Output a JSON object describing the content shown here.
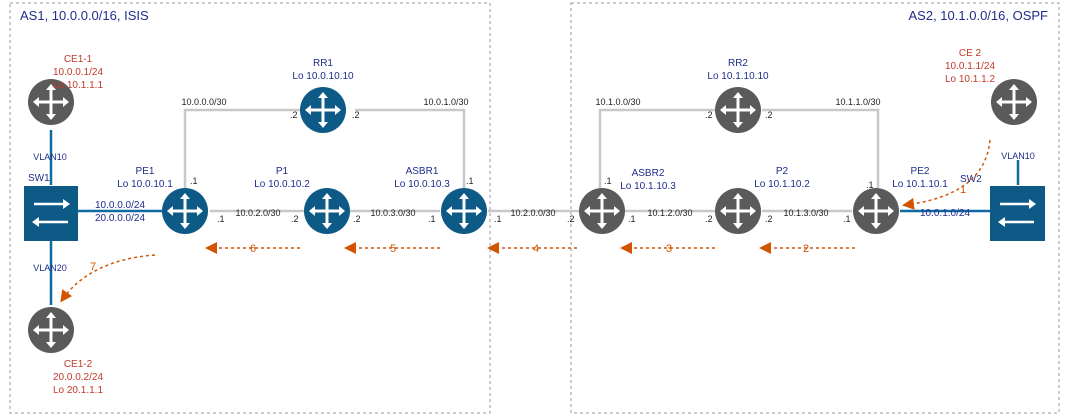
{
  "domains": {
    "as1": "AS1, 10.0.0.0/16, ISIS",
    "as2": "AS2, 10.1.0.0/16, OSPF"
  },
  "nodes": {
    "ce11": {
      "name": "CE1-1",
      "l1": "10.0.0.1/24",
      "l2": "Lo 10.1.1.1"
    },
    "ce12": {
      "name": "CE1-2",
      "l1": "20.0.0.2/24",
      "l2": "Lo 20.1.1.1"
    },
    "ce2": {
      "name": "CE 2",
      "l1": "10.0.1.1/24",
      "l2": "Lo 10.1.1.2"
    },
    "rr1": {
      "name": "RR1",
      "l1": "Lo 10.0.10.10"
    },
    "rr2": {
      "name": "RR2",
      "l1": "Lo 10.1.10.10"
    },
    "pe1": {
      "name": "PE1",
      "l1": "Lo 10.0.10.1"
    },
    "p1": {
      "name": "P1",
      "l1": "Lo 10.0.10.2"
    },
    "asbr1": {
      "name": "ASBR1",
      "l1": "Lo 10.0.10.3"
    },
    "asbr2": {
      "name": "ASBR2",
      "l1": "Lo 10.1.10.3"
    },
    "p2": {
      "name": "P2",
      "l1": "Lo 10.1.10.2"
    },
    "pe2": {
      "name": "PE2",
      "l1": "Lo 10.1.10.1"
    },
    "sw1": {
      "name": "SW1"
    },
    "sw2": {
      "name": "SW2"
    }
  },
  "vlans": {
    "sw1_top": "VLAN10",
    "sw1_bottom": "VLAN20",
    "sw2_top": "VLAN10"
  },
  "subnets": {
    "pe1_rr1": "10.0.0.0/30",
    "rr1_asbr1": "10.0.1.0/30",
    "pe1_p1": "10.0.2.0/30",
    "p1_asbr1": "10.0.3.0/30",
    "asbr1_asbr2": "10.2.0.0/30",
    "asbr2_rr2": "10.1.0.0/30",
    "rr2_pe2": "10.1.1.0/30",
    "asbr2_p2": "10.1.2.0/30",
    "p2_pe2": "10.1.3.0/30",
    "sw1_pe1_a": "10.0.0.0/24",
    "sw1_pe1_b": "20.0.0.0/24",
    "pe2_sw2": "10.0.1.0/24"
  },
  "ifaces": {
    "pe1_top": ".1",
    "pe1_right": ".1",
    "rr1_left": ".2",
    "rr1_right": ".2",
    "asbr1_top": ".1",
    "asbr1_left": ".1",
    "asbr1_right": ".1",
    "p1_left": ".2",
    "p1_right": ".2",
    "asbr2_top": ".1",
    "asbr2_left": ".2",
    "asbr2_right": ".1",
    "rr2_left": ".2",
    "rr2_right": ".2",
    "p2_left": ".2",
    "p2_right": ".2",
    "pe2_top": ".1",
    "pe2_left": ".1"
  },
  "steps": [
    "1",
    "2",
    "3",
    "4",
    "5",
    "6",
    "7"
  ],
  "colors": {
    "router": "#5a5a5a",
    "pe": "#0e5a86",
    "red": "#c0392b",
    "blue": "#1f2d8a",
    "arrow": "#d35400"
  }
}
